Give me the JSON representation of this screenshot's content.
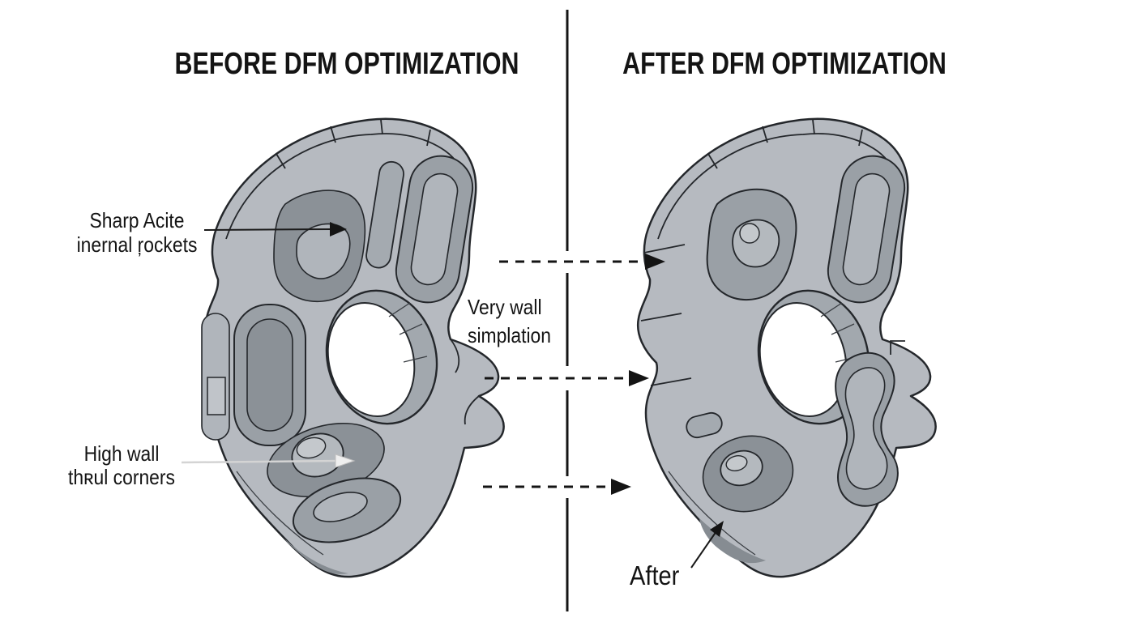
{
  "diagram": {
    "before_title": "BEFORE DFM OPTIMIZATION",
    "after_title": "AFTER DFM OPTIMIZATION"
  },
  "annotations": {
    "sharp_pockets": {
      "line1": "Sharp Acite",
      "line2": "inernal ŗockets"
    },
    "high_wall": {
      "line1": "High wall",
      "line2": "thʀul corners"
    },
    "wall_simplification": {
      "line1": "Very wall",
      "line2": "simplation"
    },
    "after": {
      "label": "After"
    }
  },
  "arrows": {
    "transfer_count": 3,
    "transfer_style": "dashed"
  },
  "colors": {
    "background": "#ffffff",
    "outline": "#24272b",
    "part_body": "#b6bac0",
    "pocket_dark": "#8b9197",
    "pocket_mid": "#9aa0a6",
    "pocket_floor": "#b0b5bb",
    "bore": "#ffffff",
    "divider": "#151515",
    "text": "#141414",
    "light_leader": "#d4d4d4"
  }
}
